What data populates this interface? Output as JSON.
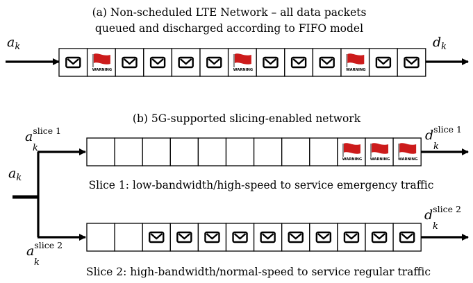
{
  "panel_a": {
    "caption_line1": "(a) Non-scheduled LTE Network – all data packets",
    "caption_line2": "queued and discharged according to FIFO model",
    "input_label": "a",
    "input_sub": "k",
    "output_label": "d",
    "output_sub": "k",
    "packets": [
      "mail",
      "warning",
      "mail",
      "mail",
      "mail",
      "mail",
      "warning",
      "mail",
      "mail",
      "mail",
      "warning",
      "mail",
      "mail"
    ]
  },
  "panel_b": {
    "caption": "(b) 5G-supported slicing-enabled network",
    "input_label": "a",
    "input_sub": "k",
    "slice1": {
      "in_label": "a",
      "in_sub": "k",
      "in_sup": "slice 1",
      "out_label": "d",
      "out_sub": "k",
      "out_sup": "slice 1",
      "packets": [
        "empty",
        "empty",
        "empty",
        "empty",
        "empty",
        "empty",
        "empty",
        "empty",
        "empty",
        "warning",
        "warning",
        "warning"
      ],
      "caption": "Slice 1: low-bandwidth/high-speed to service emergency traffic"
    },
    "slice2": {
      "in_label": "a",
      "in_sub": "k",
      "in_sup": "slice 2",
      "out_label": "d",
      "out_sub": "k",
      "out_sup": "slice 2",
      "packets": [
        "empty",
        "empty",
        "mail",
        "mail",
        "mail",
        "mail",
        "mail",
        "mail",
        "mail",
        "mail",
        "mail",
        "mail"
      ],
      "caption": "Slice 2: high-bandwidth/normal-speed to service regular traffic"
    }
  },
  "icons": {
    "warning_text": "WARNING",
    "flag_color": "#cc1b1b",
    "pole_color": "#888888"
  }
}
